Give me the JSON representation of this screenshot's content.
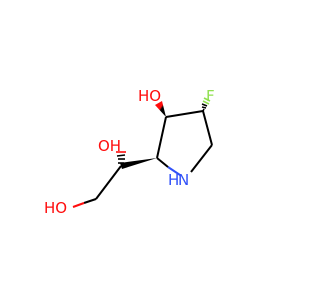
{
  "molecule": {
    "atom_labels": {
      "hydroxyl_ring": "HO",
      "fluorine": "F",
      "hydroxyl_side": "OH",
      "hydroxyl_terminal": "HO",
      "nitrogen": "N",
      "nitrogen_h": "H"
    },
    "colors": {
      "bond": "#000000",
      "oxygen": "#ff0d0d",
      "nitrogen": "#3050f8",
      "fluorine": "#90e050"
    }
  }
}
